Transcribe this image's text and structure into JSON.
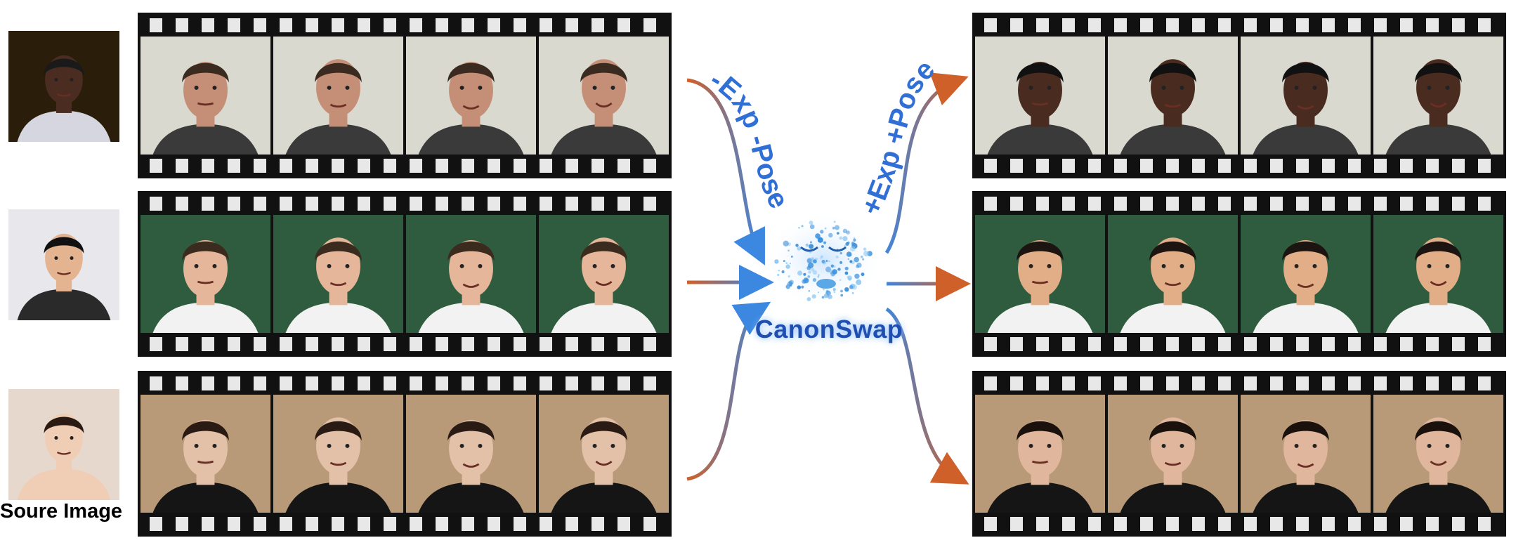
{
  "source_label": "Soure Image",
  "center_label": "CanonSwap",
  "left_arc_label": "-Exp -Pose",
  "right_arc_label": "+Exp +Pose",
  "colors": {
    "arrow_orange": "#d0602a",
    "arrow_blue": "#3c87e0",
    "label_blue": "#2f6fd6",
    "film": "#111111"
  },
  "rows": [
    {
      "source": {
        "skin": "#4a2d20",
        "bg": "#2a1d0a",
        "hair": "#1a1a1a",
        "shirt": "#d6d6e0"
      },
      "input": {
        "bg": "#d9d9cf",
        "skin": "#c58e76",
        "hair": "#3a2a20",
        "shirt": "#3a3a3a"
      },
      "output": {
        "bg": "#d9d9cf",
        "skin": "#4a2b1f",
        "hair": "#111111",
        "shirt": "#3a3a3a"
      }
    },
    {
      "source": {
        "skin": "#e3b48f",
        "bg": "#e8e8ec",
        "hair": "#111111",
        "shirt": "#2a2a2a"
      },
      "input": {
        "bg": "#2f5c3e",
        "skin": "#e5b699",
        "hair": "#3b2a1e",
        "shirt": "#f2f2f2"
      },
      "output": {
        "bg": "#2f5c3e",
        "skin": "#e2ae88",
        "hair": "#1c1410",
        "shirt": "#f2f2f2"
      }
    },
    {
      "source": {
        "skin": "#f0cdb5",
        "bg": "#e6d8cc",
        "hair": "#2a1a12",
        "shirt": "#f0cdb5"
      },
      "input": {
        "bg": "#b89a78",
        "skin": "#e3c0a8",
        "hair": "#2a1a14",
        "shirt": "#151515"
      },
      "output": {
        "bg": "#b89a78",
        "skin": "#e0b69c",
        "hair": "#1a100c",
        "shirt": "#151515"
      }
    }
  ]
}
